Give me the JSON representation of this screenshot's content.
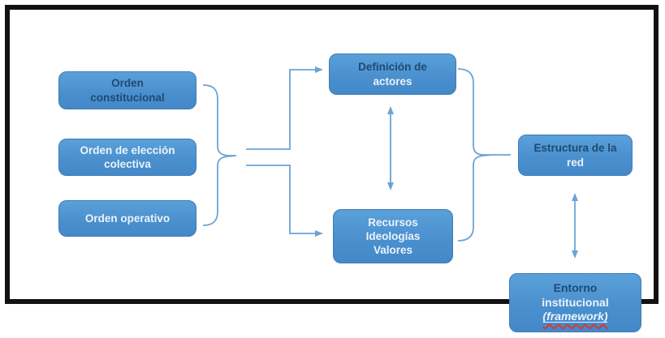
{
  "figure": {
    "type": "flow-diagram",
    "boxes": [
      {
        "id": "orden-constitucional",
        "lines": [
          "Orden",
          "constitucional"
        ]
      },
      {
        "id": "orden-eleccion-colectiva",
        "lines": [
          "Orden de elección",
          "colectiva"
        ]
      },
      {
        "id": "orden-operativo",
        "lines": [
          "Orden operativo"
        ]
      },
      {
        "id": "definicion-de-actores",
        "lines": [
          "Definición de",
          "actores"
        ]
      },
      {
        "id": "recursos-ideologias-valores",
        "lines": [
          "Recursos",
          "Ideologías",
          "Valores"
        ]
      },
      {
        "id": "estructura-de-la-red",
        "lines": [
          "Estructura de la",
          "red"
        ]
      },
      {
        "id": "entorno-institucional",
        "lines": [
          "Entorno",
          "institucional",
          "(framework)"
        ]
      }
    ],
    "connections": [
      {
        "from": [
          "orden-constitucional",
          "orden-eleccion-colectiva",
          "orden-operativo"
        ],
        "via": "brace",
        "to": "definicion-de-actores",
        "arrow": "single"
      },
      {
        "from": [
          "orden-constitucional",
          "orden-eleccion-colectiva",
          "orden-operativo"
        ],
        "via": "brace",
        "to": "recursos-ideologias-valores",
        "arrow": "single"
      },
      {
        "from": "definicion-de-actores",
        "to": "recursos-ideologias-valores",
        "arrow": "double"
      },
      {
        "from": [
          "definicion-de-actores",
          "recursos-ideologias-valores"
        ],
        "via": "brace",
        "to": "estructura-de-la-red",
        "arrow": "none"
      },
      {
        "from": "estructura-de-la-red",
        "to": "entorno-institucional",
        "arrow": "double"
      }
    ],
    "colors": {
      "box_fill": "#4a8fcd",
      "box_border": "#3d7cb6",
      "text_dark": "#1e4a73",
      "text_light": "#eaf3fb",
      "connector": "#6ba3d6",
      "frame": "#121212",
      "spellcheck_squiggle": "#da392a"
    }
  }
}
